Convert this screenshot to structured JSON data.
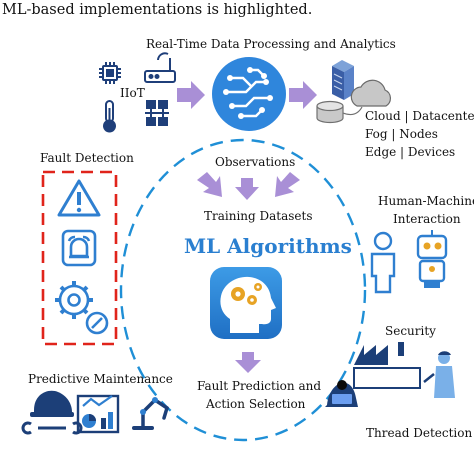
{
  "header_line": "ML-based implementations is highlighted.",
  "sections": {
    "realtime": "Real-Time Data Processing and Analytics",
    "iiot": "IIoT",
    "infra_line1": "Cloud | Datacenters",
    "infra_line2": "Fog | Nodes",
    "infra_line3": "Edge | Devices",
    "fault_detection": "Fault Detection",
    "hmi_line1": "Human-Machine",
    "hmi_line2": "Interaction",
    "security": "Security",
    "predictive_maintenance": "Predictive Maintenance",
    "thread_detection": "Thread Detection"
  },
  "center": {
    "observations": "Observations",
    "training_datasets": "Training Datasets",
    "ml_algorithms": "ML Algorithms",
    "fault_prediction_line1": "Fault Prediction and",
    "fault_prediction_line2": "Action Selection"
  },
  "colors": {
    "accent_blue": "#1f8fd6",
    "title_blue": "#2a7fd0",
    "arrow_purple": "#a98fd6",
    "fault_red": "#e0241b",
    "dark_navy": "#1c3f78",
    "app_tile": "#2f86dc"
  },
  "icons": [
    "chip-icon",
    "router-icon",
    "thermometer-icon",
    "network-icon",
    "circuit-brain-icon",
    "servers-icon",
    "cloud-icon",
    "database-icon",
    "warning-icon",
    "alarm-icon",
    "gear-wrench-icon",
    "person-icon",
    "robot-icon",
    "factory-icon",
    "hacker-icon",
    "engineer-icon",
    "helmet-icon",
    "wrench-icon",
    "dashboard-icon",
    "robot-arm-icon",
    "brain-gears-icon"
  ]
}
